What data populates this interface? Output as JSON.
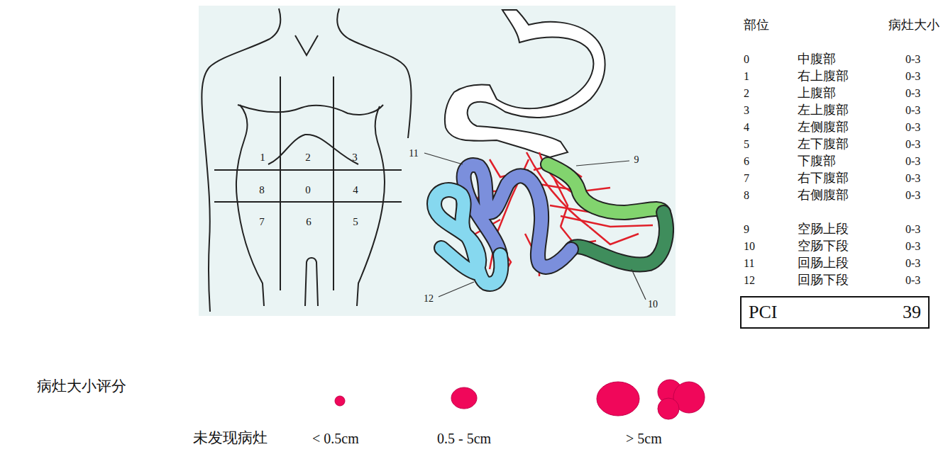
{
  "diagram": {
    "nodes": [
      {
        "text": [
          "PCI",
          "39"
        ]
      }
    ],
    "labels": [
      "1",
      "2",
      "3",
      "8",
      "0",
      "4",
      "7",
      "6",
      "5",
      "11",
      "9",
      "12",
      "10",
      "部位",
      "病灶大小",
      "0",
      "中腹部",
      "0-3",
      "1",
      "右上腹部",
      "0-3",
      "2",
      "上腹部",
      "0-3",
      "3",
      "左上腹部",
      "0-3",
      "4",
      "左侧腹部",
      "0-3",
      "5",
      "左下腹部",
      "0-3",
      "6",
      "下腹部",
      "0-3",
      "7",
      "右下腹部",
      "0-3",
      "8",
      "右侧腹部",
      "0-3",
      "9",
      "空肠上段",
      "0-3",
      "10",
      "空肠下段",
      "0-3",
      "11",
      "回肠上段",
      "0-3",
      "12",
      "回肠下段",
      "0-3",
      "病灶大小评分",
      "未发现病灶",
      "< 0.5cm",
      "0.5 - 5cm",
      "> 5cm"
    ]
  }
}
